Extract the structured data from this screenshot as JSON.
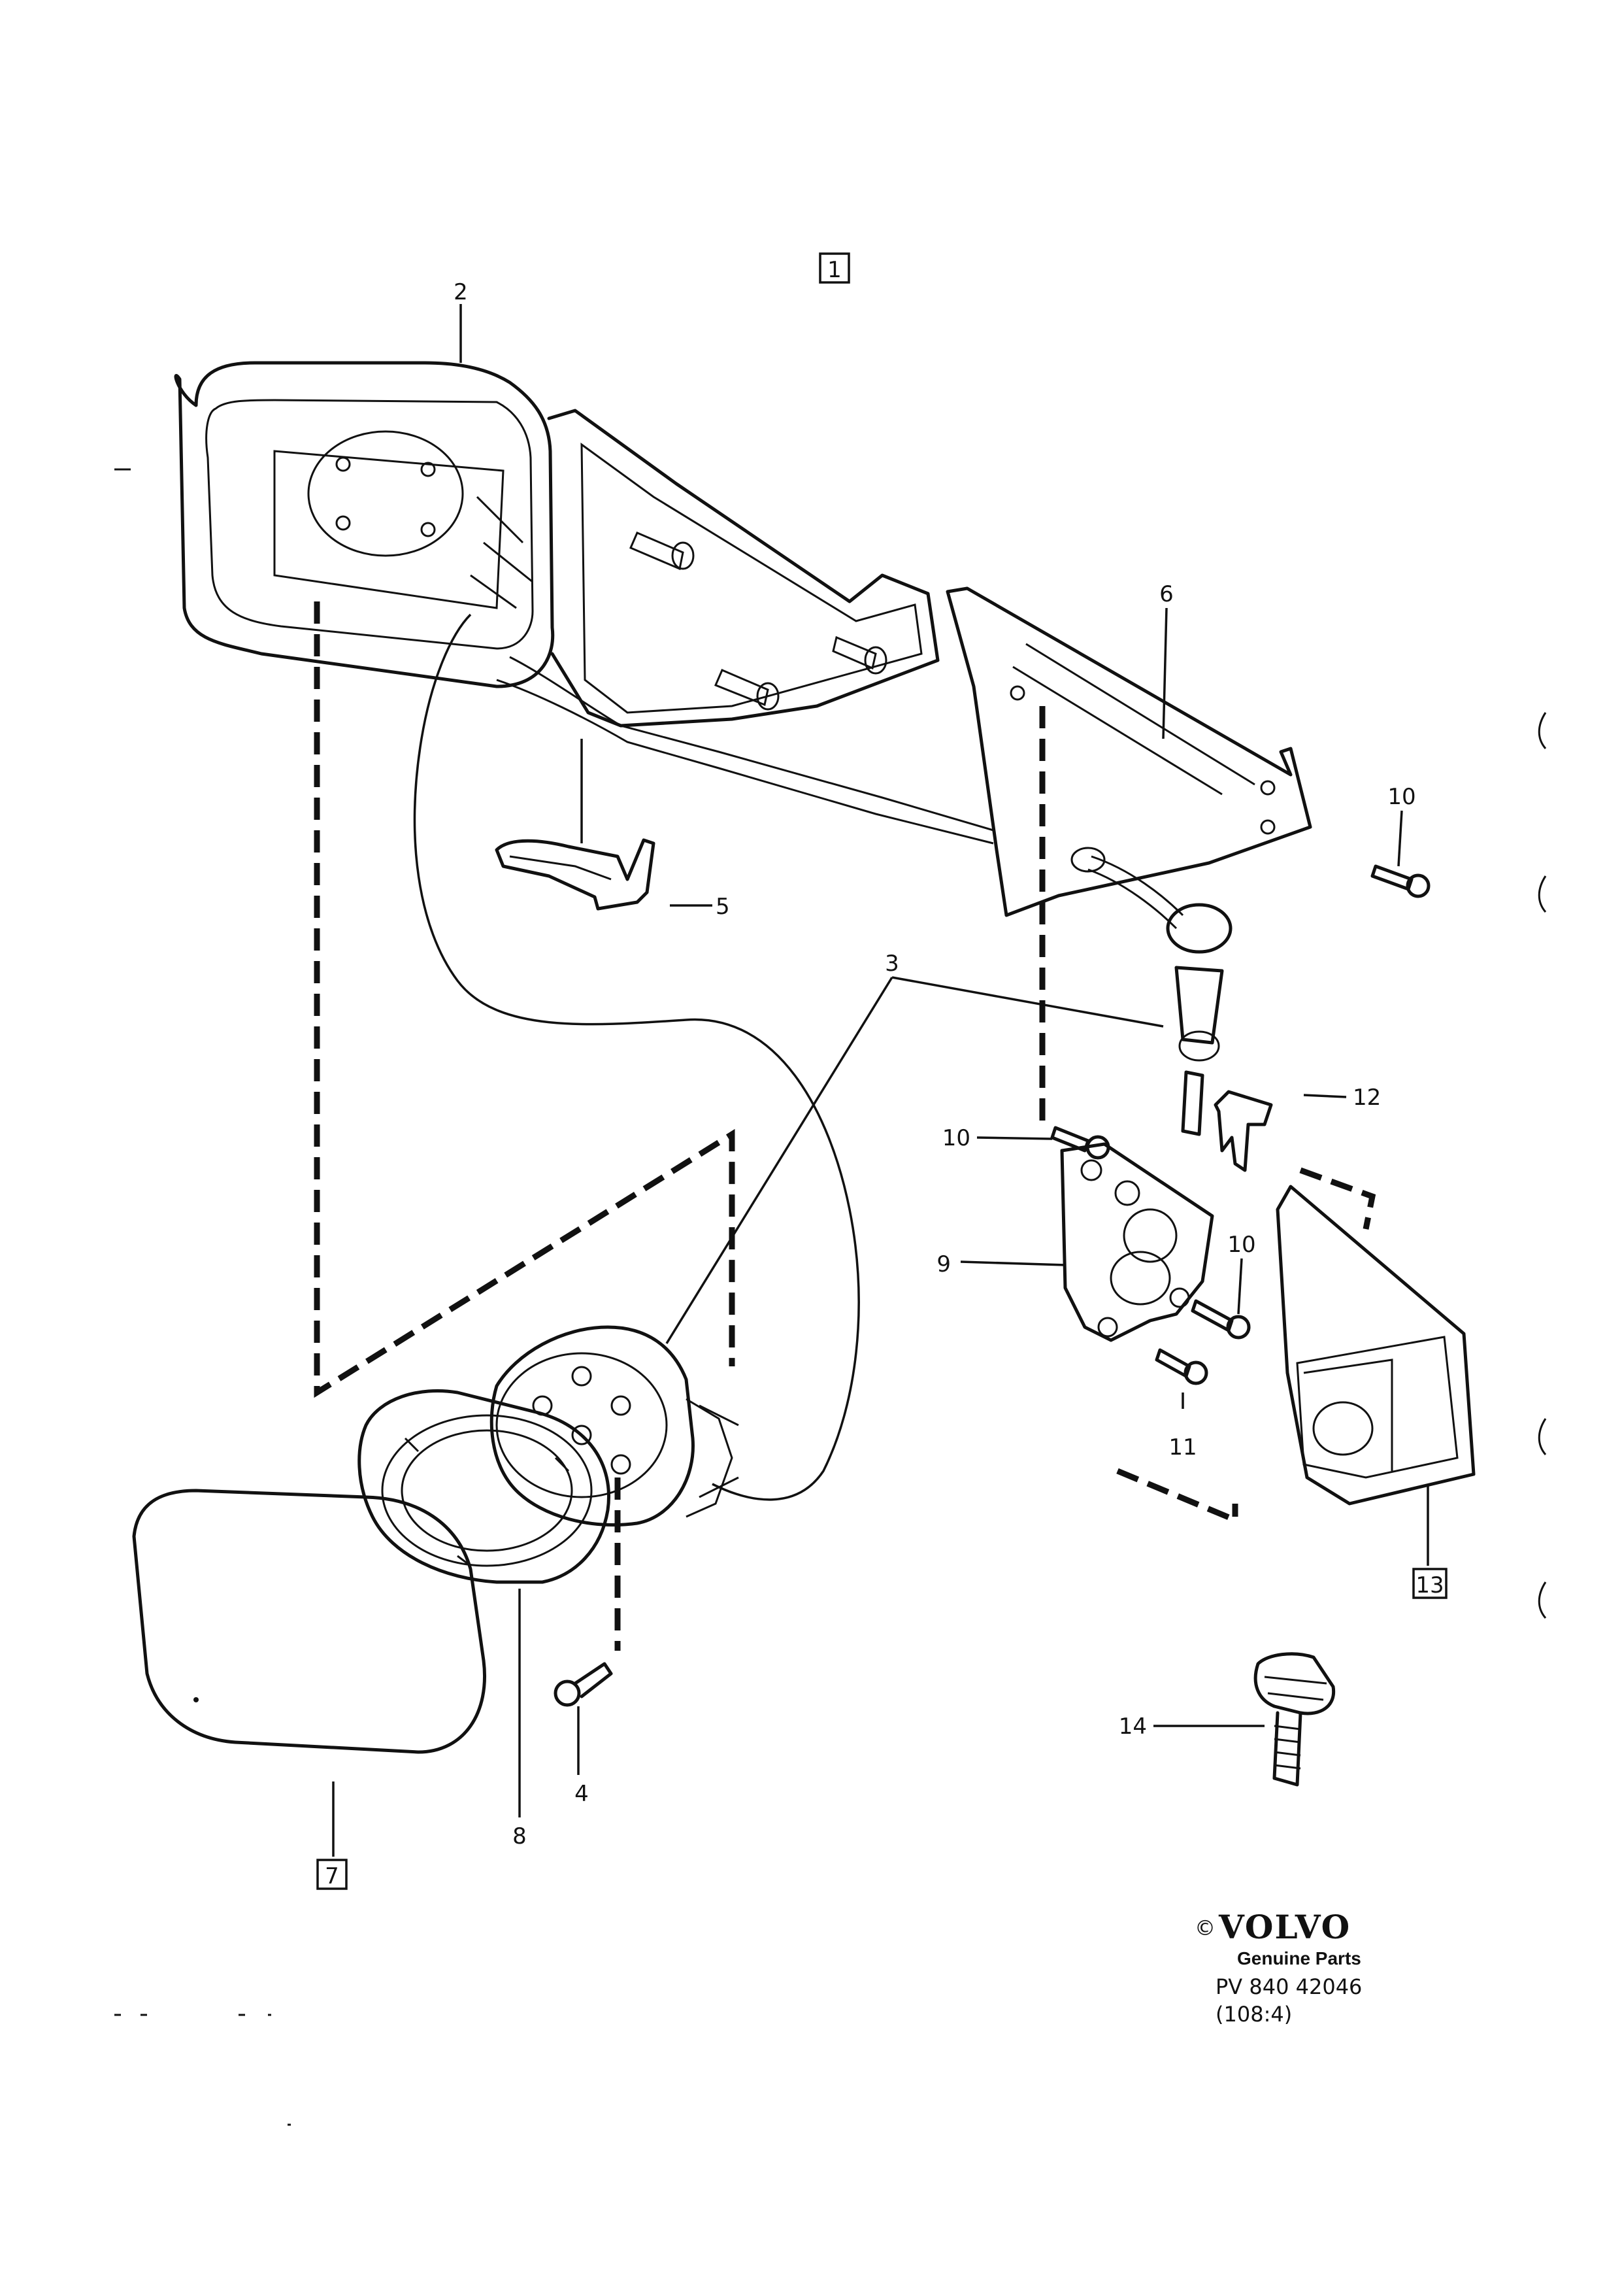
{
  "labels": {
    "l1": "1",
    "l2": "2",
    "l3": "3",
    "l4": "4",
    "l5": "5",
    "l6": "6",
    "l7": "7",
    "l8": "8",
    "l9": "9",
    "l10a": "10",
    "l10b": "10",
    "l10c": "10",
    "l11": "11",
    "l12": "12",
    "l13": "13",
    "l14": "14"
  },
  "footer": {
    "copyright": "©",
    "brand": "VOLVO",
    "genuine": "Genuine Parts",
    "code": "PV 840 42046",
    "ref": "(108:4)"
  }
}
